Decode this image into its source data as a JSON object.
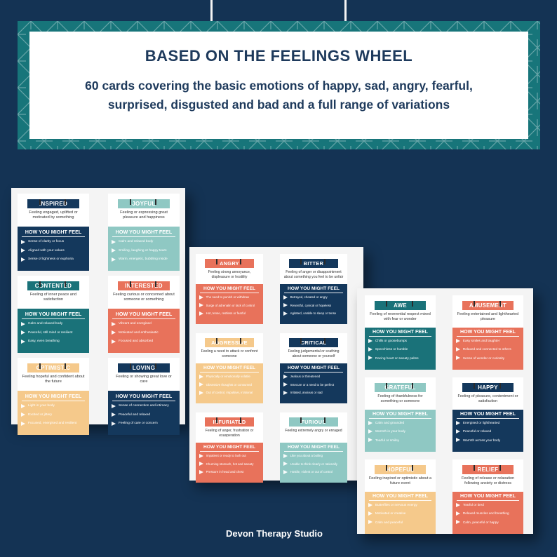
{
  "banner": {
    "title": "BASED ON THE FEELINGS WHEEL",
    "subtitle": "60 cards covering the basic emotions of happy, sad, angry, fearful, surprised, disgusted and bad and a full range of variations"
  },
  "footer": {
    "studio": "Devon Therapy Studio"
  },
  "colors": {
    "background": "#143354",
    "banner": "#17757a",
    "navy": "#14385c",
    "teal": "#1a7279",
    "mint": "#8fc8c3",
    "coral": "#e8725b",
    "peach": "#f5c98b"
  },
  "how_label": "HOW YOU MIGHT FEEL",
  "sheets": [
    {
      "cards": [
        {
          "title": "INSPIRED",
          "color": "navy",
          "description": "Feeling engaged, uplifted or motivated by something",
          "feelings": [
            "Sense of clarity or focus",
            "Aligned with your values",
            "Sense of lightness or euphoria"
          ]
        },
        {
          "title": "JOYFUL",
          "color": "mint",
          "description": "Feeling or expressing great pleasure and happiness",
          "feelings": [
            "Calm and relaxed body",
            "Smiling, laughing or happy tears",
            "Warm, energetic, bubbling inside"
          ]
        },
        {
          "title": "CONTENTED",
          "color": "teal",
          "description": "Feeling of inner peace and satisfaction",
          "feelings": [
            "Calm and relaxed body",
            "Peaceful, still mind or resilient",
            "Easy, even breathing"
          ]
        },
        {
          "title": "INTERESTED",
          "color": "coral",
          "description": "Feeling curious or concerned about someone or something",
          "feelings": [
            "Vibrant and energised",
            "Motivated and enthusiastic",
            "Focused and absorbed"
          ]
        },
        {
          "title": "OPTIMISTIC",
          "color": "peach",
          "description": "Feeling hopeful and confident about the future",
          "feelings": [
            "Light in your body",
            "Excited or jittery",
            "Focused, energised and resilient"
          ]
        },
        {
          "title": "LOVING",
          "color": "navy",
          "description": "Feeling or showing great love or care",
          "feelings": [
            "Sense of connection and intimacy",
            "Peaceful and relaxed",
            "Feeling of care or concern"
          ]
        }
      ]
    },
    {
      "cards": [
        {
          "title": "ANGRY",
          "color": "coral",
          "description": "Feeling strong annoyance, displeasure or hostility",
          "feelings": [
            "The need to punish or withdraw",
            "Surge of adrenalin or lack of control",
            "Hot, tense, restless or fearful"
          ]
        },
        {
          "title": "BITTER",
          "color": "navy",
          "description": "Feeling of anger or disappointment about something you feel to be unfair",
          "feelings": [
            "Betrayed, cheated or angry",
            "Resentful, cynical or hopeless",
            "Agitated, unable to sleep or tense"
          ]
        },
        {
          "title": "AGGRESSIVE",
          "color": "peach",
          "description": "Feeling a need to attack or confront someone",
          "feelings": [
            "Physically or emotionally volatile",
            "Obsessive thoughts or consumed",
            "Out of control, impulsive, irrational"
          ]
        },
        {
          "title": "CRITICAL",
          "color": "navy",
          "description": "Feeling judgemental or scathing about someone or yourself",
          "feelings": [
            "Jealous or threatened",
            "Insecure or a need to be perfect",
            "Irritated, anxious or sad"
          ]
        },
        {
          "title": "INFURIATED",
          "color": "coral",
          "description": "Feeling of anger, frustration or exasperation",
          "feelings": [
            "Impatient or ready to lash out",
            "Churning stomach, hot and sweaty",
            "Pressure in head and chest"
          ]
        },
        {
          "title": "FURIOUS",
          "color": "mint",
          "description": "Feeling extremely angry or enraged",
          "feelings": [
            "Like you about a boiling",
            "Unable to think clearly or rationally",
            "Hostile, violent or out of control"
          ]
        }
      ]
    },
    {
      "cards": [
        {
          "title": "AWE",
          "color": "teal",
          "description": "Feeling of reverential respect mixed with fear or wonder",
          "feelings": [
            "Chills or goosebumps",
            "Speechless or humble",
            "Racing heart or sweaty palms"
          ]
        },
        {
          "title": "AMUSEMENT",
          "color": "coral",
          "description": "Feeling entertained and lighthearted pleasure",
          "feelings": [
            "Easy smiles and laughter",
            "Relaxed and connected to others",
            "Sense of wonder or curiosity"
          ]
        },
        {
          "title": "GRATEFUL",
          "color": "mint",
          "description": "Feeling of thankfulness for something or someone",
          "feelings": [
            "Calm and grounded",
            "Warmth in your body",
            "Tearful or smiley"
          ]
        },
        {
          "title": "HAPPY",
          "color": "navy",
          "description": "Feeling of pleasure, contentment or satisfaction",
          "feelings": [
            "Energised or lighthearted",
            "Peaceful or relaxed",
            "Warmth across your body"
          ]
        },
        {
          "title": "HOPEFUL",
          "color": "peach",
          "description": "Feeling inspired or optimistic about a future event",
          "feelings": [
            "Butterflies or nervous energy",
            "Motivated or creative",
            "Calm and peaceful"
          ]
        },
        {
          "title": "RELIEF",
          "color": "coral",
          "description": "Feeling of release or relaxation following anxiety or distress",
          "feelings": [
            "Tearful or tired",
            "Relaxed muscles and breathing",
            "Calm, peaceful or happy"
          ]
        }
      ]
    }
  ]
}
